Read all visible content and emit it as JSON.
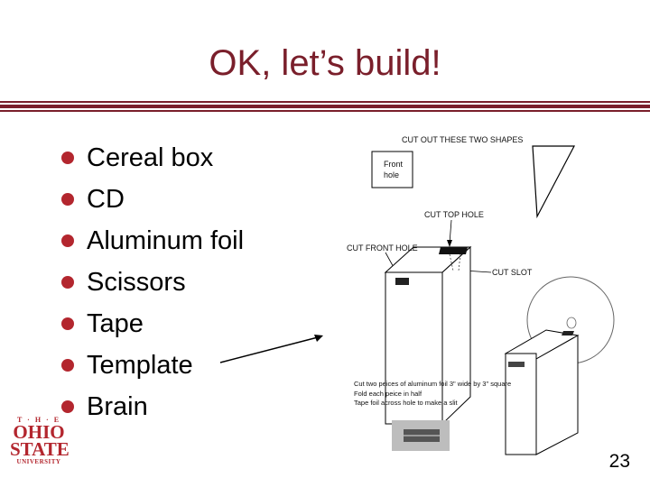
{
  "slide": {
    "title": "OK, let’s build!",
    "accent_color": "#7a1f2b",
    "bullet_color": "#b3262e",
    "bullets": [
      "Cereal box",
      "CD",
      "Aluminum foil",
      "Scissors",
      "Tape",
      "Template",
      "Brain"
    ],
    "page_number": "23"
  },
  "figure": {
    "labels": {
      "cut_out_shapes": "CUT OUT THESE TWO SHAPES",
      "front_hole_1": "Front",
      "front_hole_2": "hole",
      "cut_top_hole": "CUT TOP HOLE",
      "cut_front_hole": "CUT FRONT HOLE",
      "cut_slot": "CUT SLOT"
    },
    "instructions": [
      "Cut two peices of aluminum foil 3\" wide by 3\" square",
      "Fold each peice in half",
      "Tape foil across hole to make a slit"
    ]
  },
  "logo": {
    "line1": "T · H · E",
    "line2": "OHIO",
    "line3": "STATE",
    "line4": "UNIVERSITY",
    "color": "#b3262e"
  }
}
